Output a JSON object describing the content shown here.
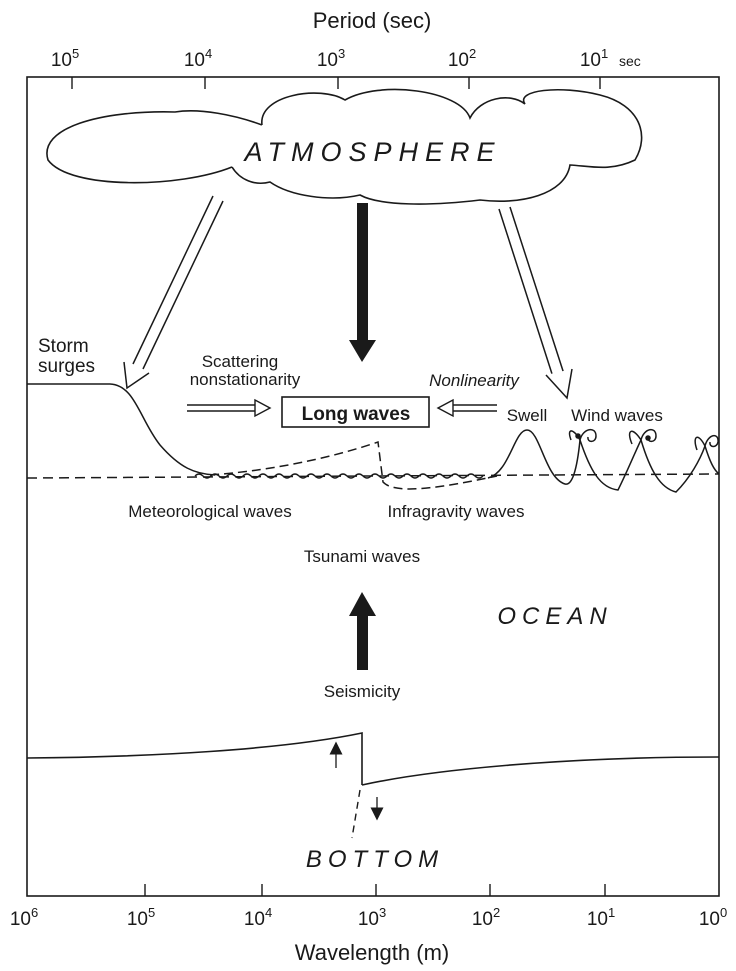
{
  "period_axis": {
    "title": "Period (sec)",
    "ticks": [
      {
        "base": "10",
        "exp": "5"
      },
      {
        "base": "10",
        "exp": "4"
      },
      {
        "base": "10",
        "exp": "3"
      },
      {
        "base": "10",
        "exp": "2"
      },
      {
        "base": "10",
        "exp": "1"
      }
    ],
    "unit_suffix": "sec"
  },
  "wavelength_axis": {
    "title": "Wavelength (m)",
    "ticks": [
      {
        "base": "10",
        "exp": "6"
      },
      {
        "base": "10",
        "exp": "5"
      },
      {
        "base": "10",
        "exp": "4"
      },
      {
        "base": "10",
        "exp": "3"
      },
      {
        "base": "10",
        "exp": "2"
      },
      {
        "base": "10",
        "exp": "1"
      },
      {
        "base": "10",
        "exp": "0"
      }
    ]
  },
  "regions": {
    "atmosphere": "ATMOSPHERE",
    "ocean": "OCEAN",
    "bottom": "BOTTOM"
  },
  "labels": {
    "storm_surges_line1": "Storm",
    "storm_surges_line2": "surges",
    "scattering_line1": "Scattering",
    "scattering_line2": "nonstationarity",
    "nonlinearity": "Nonlinearity",
    "long_waves": "Long waves",
    "swell": "Swell",
    "wind_waves": "Wind waves",
    "meteorological_waves": "Meteorological waves",
    "infragravity_waves": "Infragravity waves",
    "tsunami_waves": "Tsunami waves",
    "seismicity": "Seismicity"
  }
}
